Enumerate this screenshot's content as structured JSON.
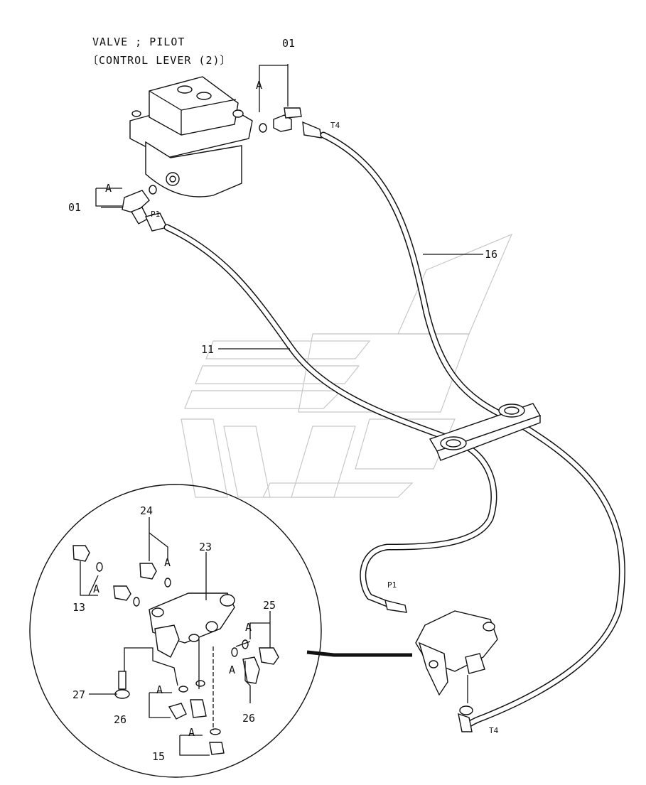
{
  "title": {
    "line1": "VALVE ; PILOT",
    "line2": "〔CONTROL LEVER (2)〕"
  },
  "port_labels": {
    "t4_top": "T4",
    "p1_top": "P1",
    "p1_bottom": "P1",
    "t4_bottom": "T4"
  },
  "callouts": {
    "c01_top": "01",
    "c01_left": "01",
    "a_top": "A",
    "a_left": "A",
    "c16": "16",
    "c11": "11",
    "c24": "24",
    "a_24": "A",
    "c23": "23",
    "c13": "13",
    "a_13": "A",
    "c25": "25",
    "a_25a": "A",
    "a_25b": "A",
    "c27": "27",
    "c26_left": "26",
    "a_26_left": "A",
    "c26_right": "26",
    "c15": "15",
    "a_15": "A"
  }
}
